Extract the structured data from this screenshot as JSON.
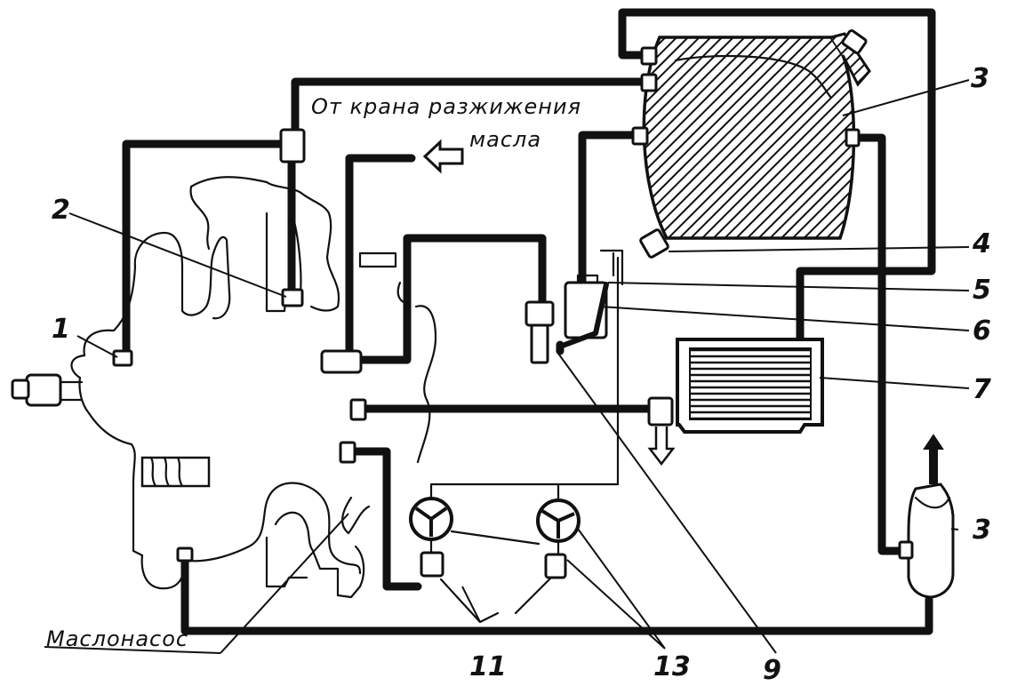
{
  "caption": {
    "line1": "От крана разжижения",
    "line2": "масла"
  },
  "pump_label": "Маслонасос",
  "callouts": {
    "c1": "1",
    "c2": "2",
    "c3_tank": "3",
    "c3_filter": "3",
    "c4": "4",
    "c5": "5",
    "c6": "6",
    "c7": "7",
    "c9": "9",
    "c11": "11",
    "c13": "13"
  }
}
